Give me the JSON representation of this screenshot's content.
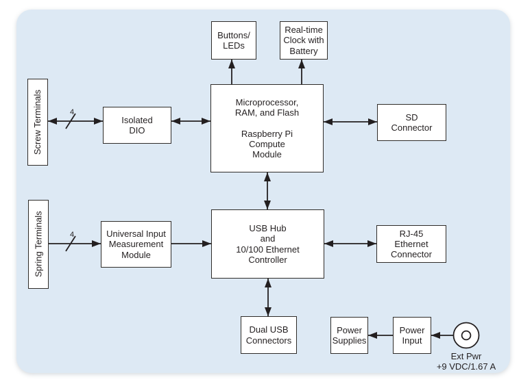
{
  "diagram": {
    "colors": {
      "panel_bg": "#dde9f4",
      "box_fill": "#ffffff",
      "box_border": "#2e2b28",
      "line": "#231f20",
      "text": "#231f20"
    },
    "nodes": {
      "screw_terminals": {
        "label": "Screw Terminals"
      },
      "spring_terminals": {
        "label": "Spring Terminals"
      },
      "isolated_dio": {
        "label": "Isolated\nDIO"
      },
      "uimm": {
        "label": "Universal Input\nMeasurement\nModule"
      },
      "micro": {
        "label": "Microprocessor,\nRAM, and Flash\n\nRaspberry Pi\nCompute\nModule"
      },
      "usb_hub": {
        "label": "USB Hub\nand\n10/100 Ethernet\nController"
      },
      "buttons_leds": {
        "label": "Buttons/\nLEDs"
      },
      "rtc": {
        "label": "Real-time\nClock with\nBattery"
      },
      "sd_connector": {
        "label": "SD\nConnector"
      },
      "rj45": {
        "label": "RJ-45\nEthernet\nConnector"
      },
      "dual_usb": {
        "label": "Dual USB\nConnectors"
      },
      "power_supplies": {
        "label": "Power\nSupplies"
      },
      "power_input": {
        "label": "Power\nInput"
      }
    },
    "bus": {
      "screw_width": "4",
      "spring_width": "4"
    },
    "ext_pwr": {
      "label": "Ext Pwr",
      "rating": "+9 VDC/1.67 A"
    }
  }
}
